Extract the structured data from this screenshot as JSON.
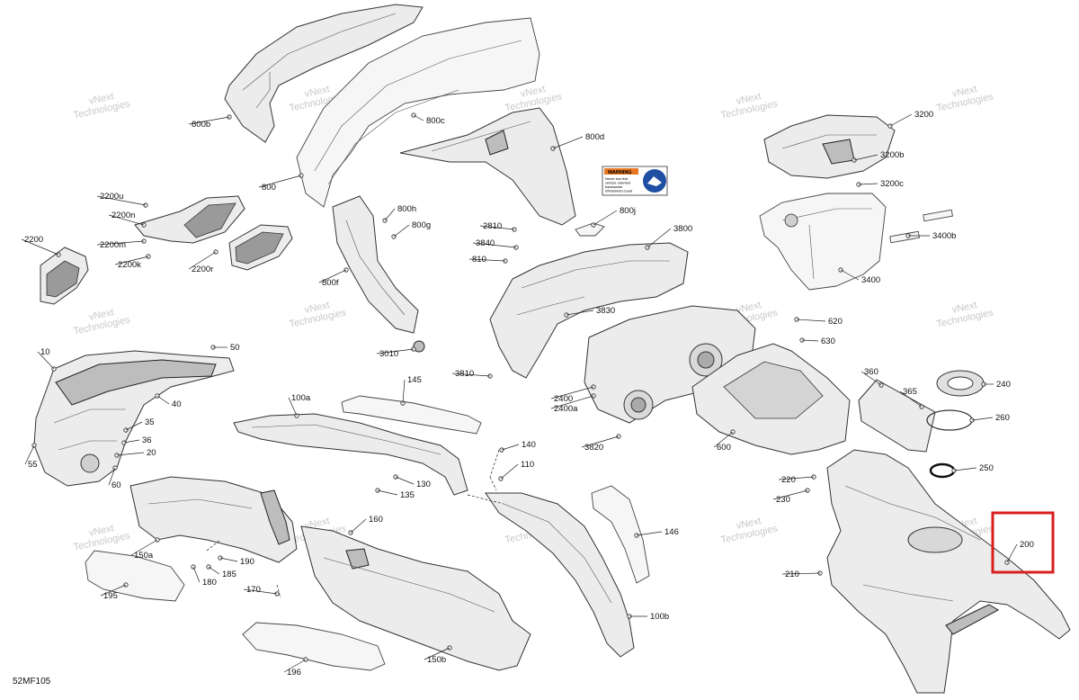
{
  "diagram": {
    "code": "52MF105",
    "callouts": [
      "800b",
      "800c",
      "800d",
      "800",
      "800h",
      "800g",
      "800j",
      "800f",
      "2200u",
      "2200n",
      "2200m",
      "2200k",
      "2200r",
      "2200",
      "2810",
      "3840",
      "810",
      "3800",
      "3830",
      "3810",
      "3010",
      "50",
      "10",
      "40",
      "35",
      "36",
      "20",
      "55",
      "60",
      "145",
      "100a",
      "140",
      "110",
      "130",
      "135",
      "2400",
      "2400a",
      "3820",
      "600",
      "620",
      "630",
      "3200",
      "3200b",
      "3200c",
      "3400b",
      "3400",
      "360",
      "365",
      "240",
      "260",
      "250",
      "220",
      "230",
      "200",
      "210",
      "160",
      "150a",
      "190",
      "185",
      "180",
      "170",
      "195",
      "196",
      "150b",
      "146",
      "100b"
    ],
    "watermark": [
      "vNext",
      "Technologies"
    ],
    "warning_label": {
      "title": "WARNING",
      "lines": [
        "Never tow this",
        "vehicle oriented",
        "backwards.",
        "Windshield could",
        "break away."
      ]
    },
    "highlight_color": "#d9201f"
  }
}
